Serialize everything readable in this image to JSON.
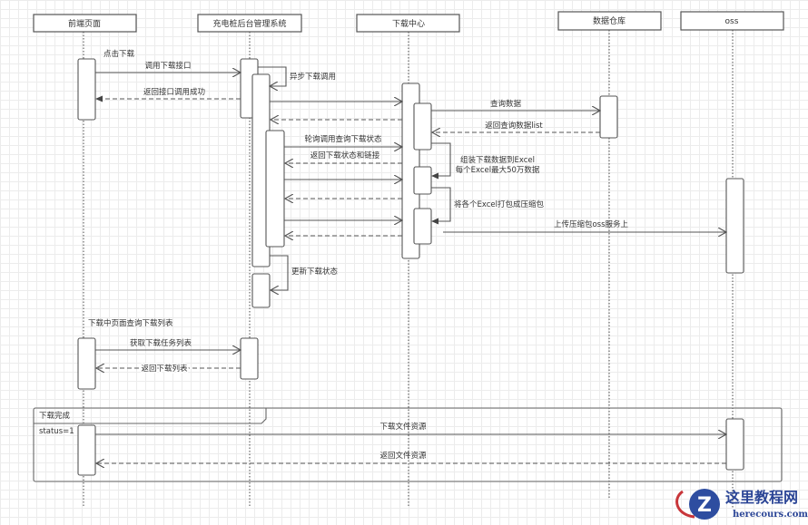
{
  "diagram": {
    "type": "sequence",
    "participants": [
      {
        "id": "frontend",
        "label": "前端页面"
      },
      {
        "id": "backend",
        "label": "充电桩后台管理系统"
      },
      {
        "id": "download_center",
        "label": "下载中心"
      },
      {
        "id": "data_warehouse",
        "label": "数据仓库"
      },
      {
        "id": "oss",
        "label": "oss"
      }
    ],
    "notes": {
      "click_download": "点击下载",
      "query_list_in_page": "下载中页面查询下载列表"
    },
    "messages": [
      {
        "from": "frontend",
        "to": "backend",
        "label": "调用下载接口",
        "kind": "sync"
      },
      {
        "from": "backend",
        "to": "backend",
        "label": "异步下载调用",
        "kind": "self"
      },
      {
        "from": "backend",
        "to": "frontend",
        "label": "返回接口调用成功",
        "kind": "return"
      },
      {
        "from": "backend",
        "to": "download_center",
        "label": "",
        "kind": "sync"
      },
      {
        "from": "download_center",
        "to": "backend",
        "label": "",
        "kind": "return"
      },
      {
        "from": "download_center",
        "to": "data_warehouse",
        "label": "查询数据",
        "kind": "sync"
      },
      {
        "from": "data_warehouse",
        "to": "download_center",
        "label": "返回查询数据list",
        "kind": "return"
      },
      {
        "from": "backend",
        "to": "download_center",
        "label": "轮询调用查询下载状态",
        "kind": "sync"
      },
      {
        "from": "download_center",
        "to": "backend",
        "label": "返回下载状态和链接",
        "kind": "return"
      },
      {
        "from": "download_center",
        "to": "download_center",
        "label": "组装下载数据到Excel\n每个Excel最大50万数据",
        "kind": "self"
      },
      {
        "from": "backend",
        "to": "download_center",
        "label": "",
        "kind": "sync"
      },
      {
        "from": "download_center",
        "to": "backend",
        "label": "",
        "kind": "return"
      },
      {
        "from": "download_center",
        "to": "download_center",
        "label": "将各个Excel打包成压缩包",
        "kind": "self"
      },
      {
        "from": "backend",
        "to": "download_center",
        "label": "",
        "kind": "sync"
      },
      {
        "from": "download_center",
        "to": "backend",
        "label": "",
        "kind": "return"
      },
      {
        "from": "download_center",
        "to": "oss",
        "label": "上传压缩包oss服务上",
        "kind": "sync"
      },
      {
        "from": "backend",
        "to": "backend",
        "label": "更新下载状态",
        "kind": "self"
      },
      {
        "from": "frontend",
        "to": "backend",
        "label": "获取下载任务列表",
        "kind": "sync"
      },
      {
        "from": "backend",
        "to": "frontend",
        "label": "返回下载列表",
        "kind": "return"
      },
      {
        "from": "frontend",
        "to": "oss",
        "label": "下载文件资源",
        "kind": "sync"
      },
      {
        "from": "oss",
        "to": "frontend",
        "label": "返回文件资源",
        "kind": "return"
      }
    ],
    "fragment": {
      "title": "下载完成",
      "guard": "status=1"
    }
  },
  "watermark": {
    "name": "这里教程网",
    "url": "herecours.com",
    "logo_letter": "Z"
  }
}
